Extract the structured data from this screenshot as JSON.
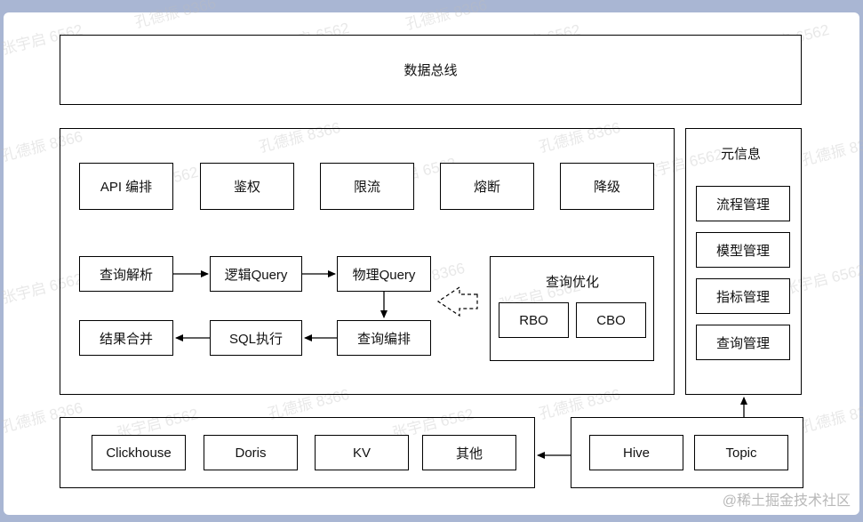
{
  "bus": {
    "label": "数据总线"
  },
  "gateway_row": [
    "API 编排",
    "鉴权",
    "限流",
    "熔断",
    "降级"
  ],
  "pipeline": {
    "parse": "查询解析",
    "logical": "逻辑Query",
    "physical": "物理Query",
    "arrange": "查询编排",
    "sql_exec": "SQL执行",
    "merge": "结果合并"
  },
  "optimizer": {
    "title": "查询优化",
    "rbo": "RBO",
    "cbo": "CBO"
  },
  "metadata": {
    "title": "元信息",
    "items": [
      "流程管理",
      "模型管理",
      "指标管理",
      "查询管理"
    ]
  },
  "storage": [
    "Clickhouse",
    "Doris",
    "KV",
    "其他"
  ],
  "sources": [
    "Hive",
    "Topic"
  ],
  "watermarks": [
    "孔德振 8366",
    "张宇启 6562"
  ],
  "credit": "@稀土掘金技术社区"
}
